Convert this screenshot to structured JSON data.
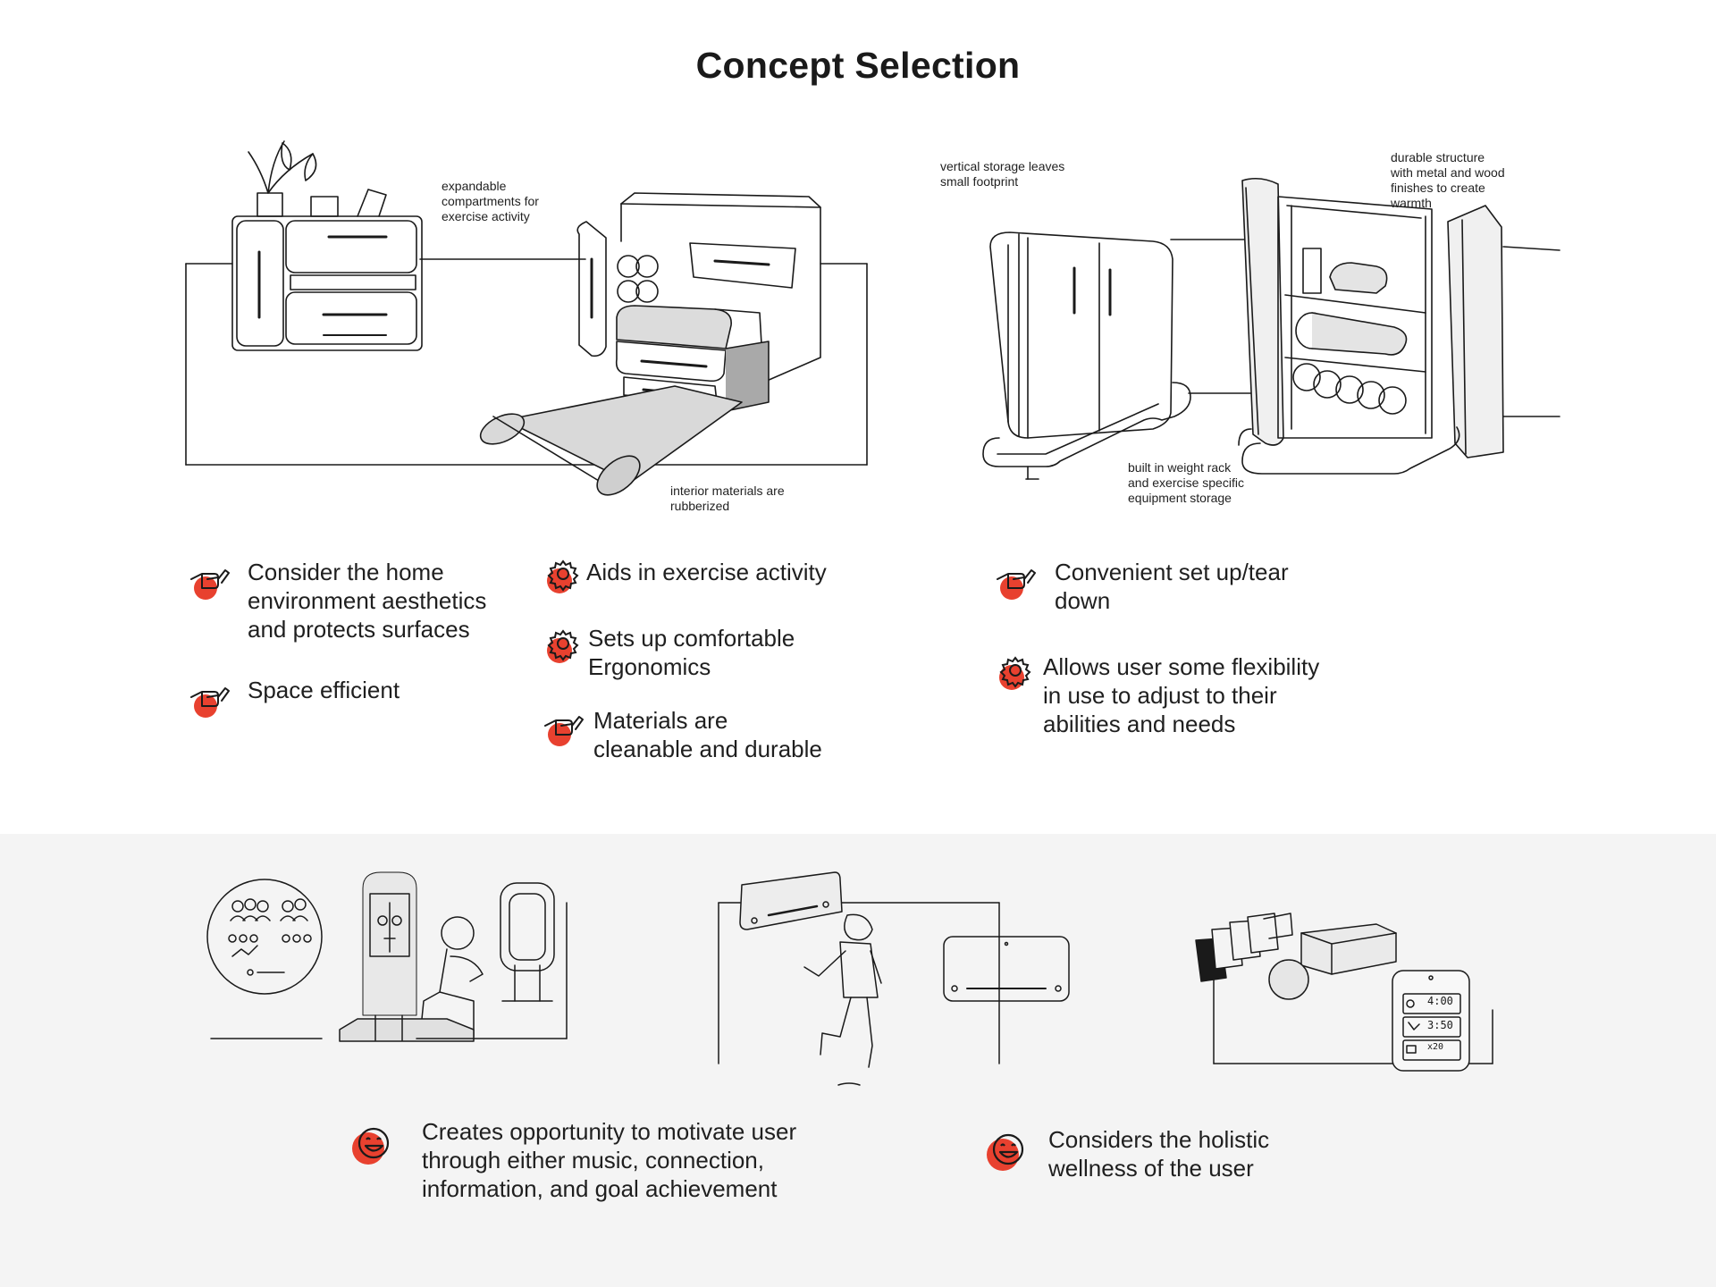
{
  "title": "Concept Selection",
  "annotations": {
    "expandable": "expandable\ncompartments for\nexercise activity",
    "rubberized": "interior materials are\nrubberized",
    "vertical": "vertical storage leaves\nsmall footprint",
    "durable": "durable structure\nwith metal and wood\nfinishes to create\nwarmth",
    "weightrack": "built in weight rack\nand exercise specific\nequipment storage"
  },
  "features": {
    "aesthetics": "Consider the home\nenvironment aesthetics\nand protects surfaces",
    "space": "Space efficient",
    "aids": "Aids in exercise activity",
    "ergonomics": "Sets up comfortable\nErgonomics",
    "materials": "Materials are\ncleanable and durable",
    "setup": "Convenient set up/tear\ndown",
    "flexibility": "Allows user some flexibility\nin use to adjust to their\nabilities and needs",
    "motivate": "Creates opportunity to motivate user\nthrough either music, connection,\ninformation, and goal achievement",
    "holistic": "Considers the holistic\nwellness of the user"
  },
  "phone_screen": {
    "row1": "4:00",
    "row2": "3:50",
    "row3": "x20"
  },
  "colors": {
    "accent": "#e8412f",
    "ink": "#1a1a1a",
    "panel": "#f4f4f4"
  },
  "icons": {
    "hand": "hand-check-icon",
    "gear": "gear-icon",
    "smile": "smile-icon"
  }
}
